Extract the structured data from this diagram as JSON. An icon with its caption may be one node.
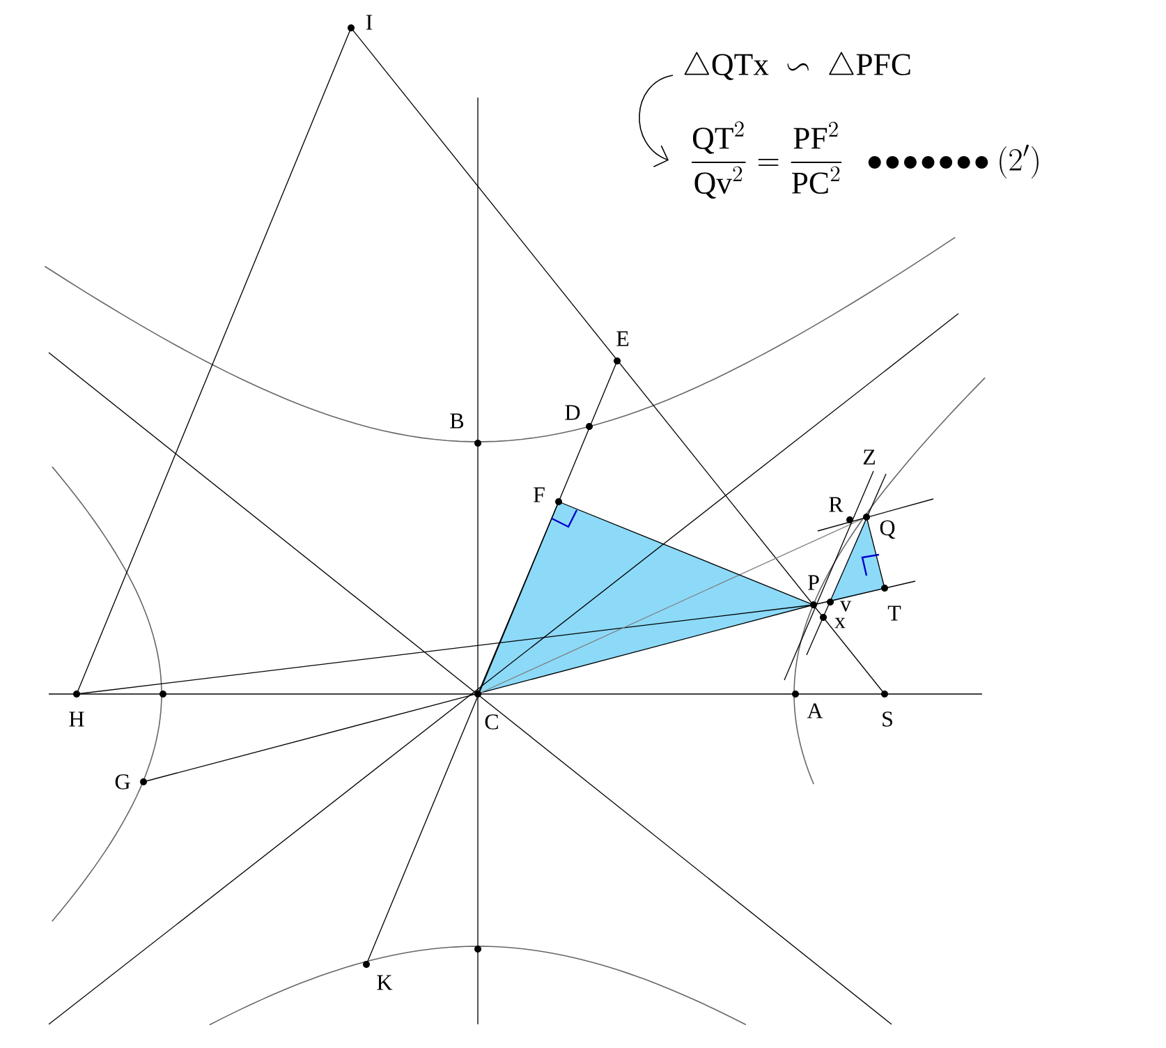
{
  "diagram": {
    "nodes": [
      {
        "text": [
          "\\triangle \\mathrm{QTx}\\ \\backsim\\ \\triangle \\mathrm{PFC}"
        ]
      },
      {
        "text": [
          "\\frac{\\mathrm{QT}^2}{\\mathrm{Qv}^2}=\\frac{\\mathrm{PF}^2}{\\mathrm{PC}^2}\\ \\ \\bullet\\!\\bullet\\!\\bullet\\!\\bullet\\!\\bullet\\!\\bullet\\!\\bullet(2')"
        ]
      }
    ],
    "edges": [
      {
        "from": 0,
        "to": 1,
        "arrow": "to"
      }
    ],
    "labels": [
      "I",
      "E",
      "B",
      "D",
      "Z",
      "F",
      "R",
      "Q",
      "P",
      "v",
      "T",
      "x",
      "H",
      "C",
      "A",
      "S",
      "G",
      "K"
    ]
  }
}
